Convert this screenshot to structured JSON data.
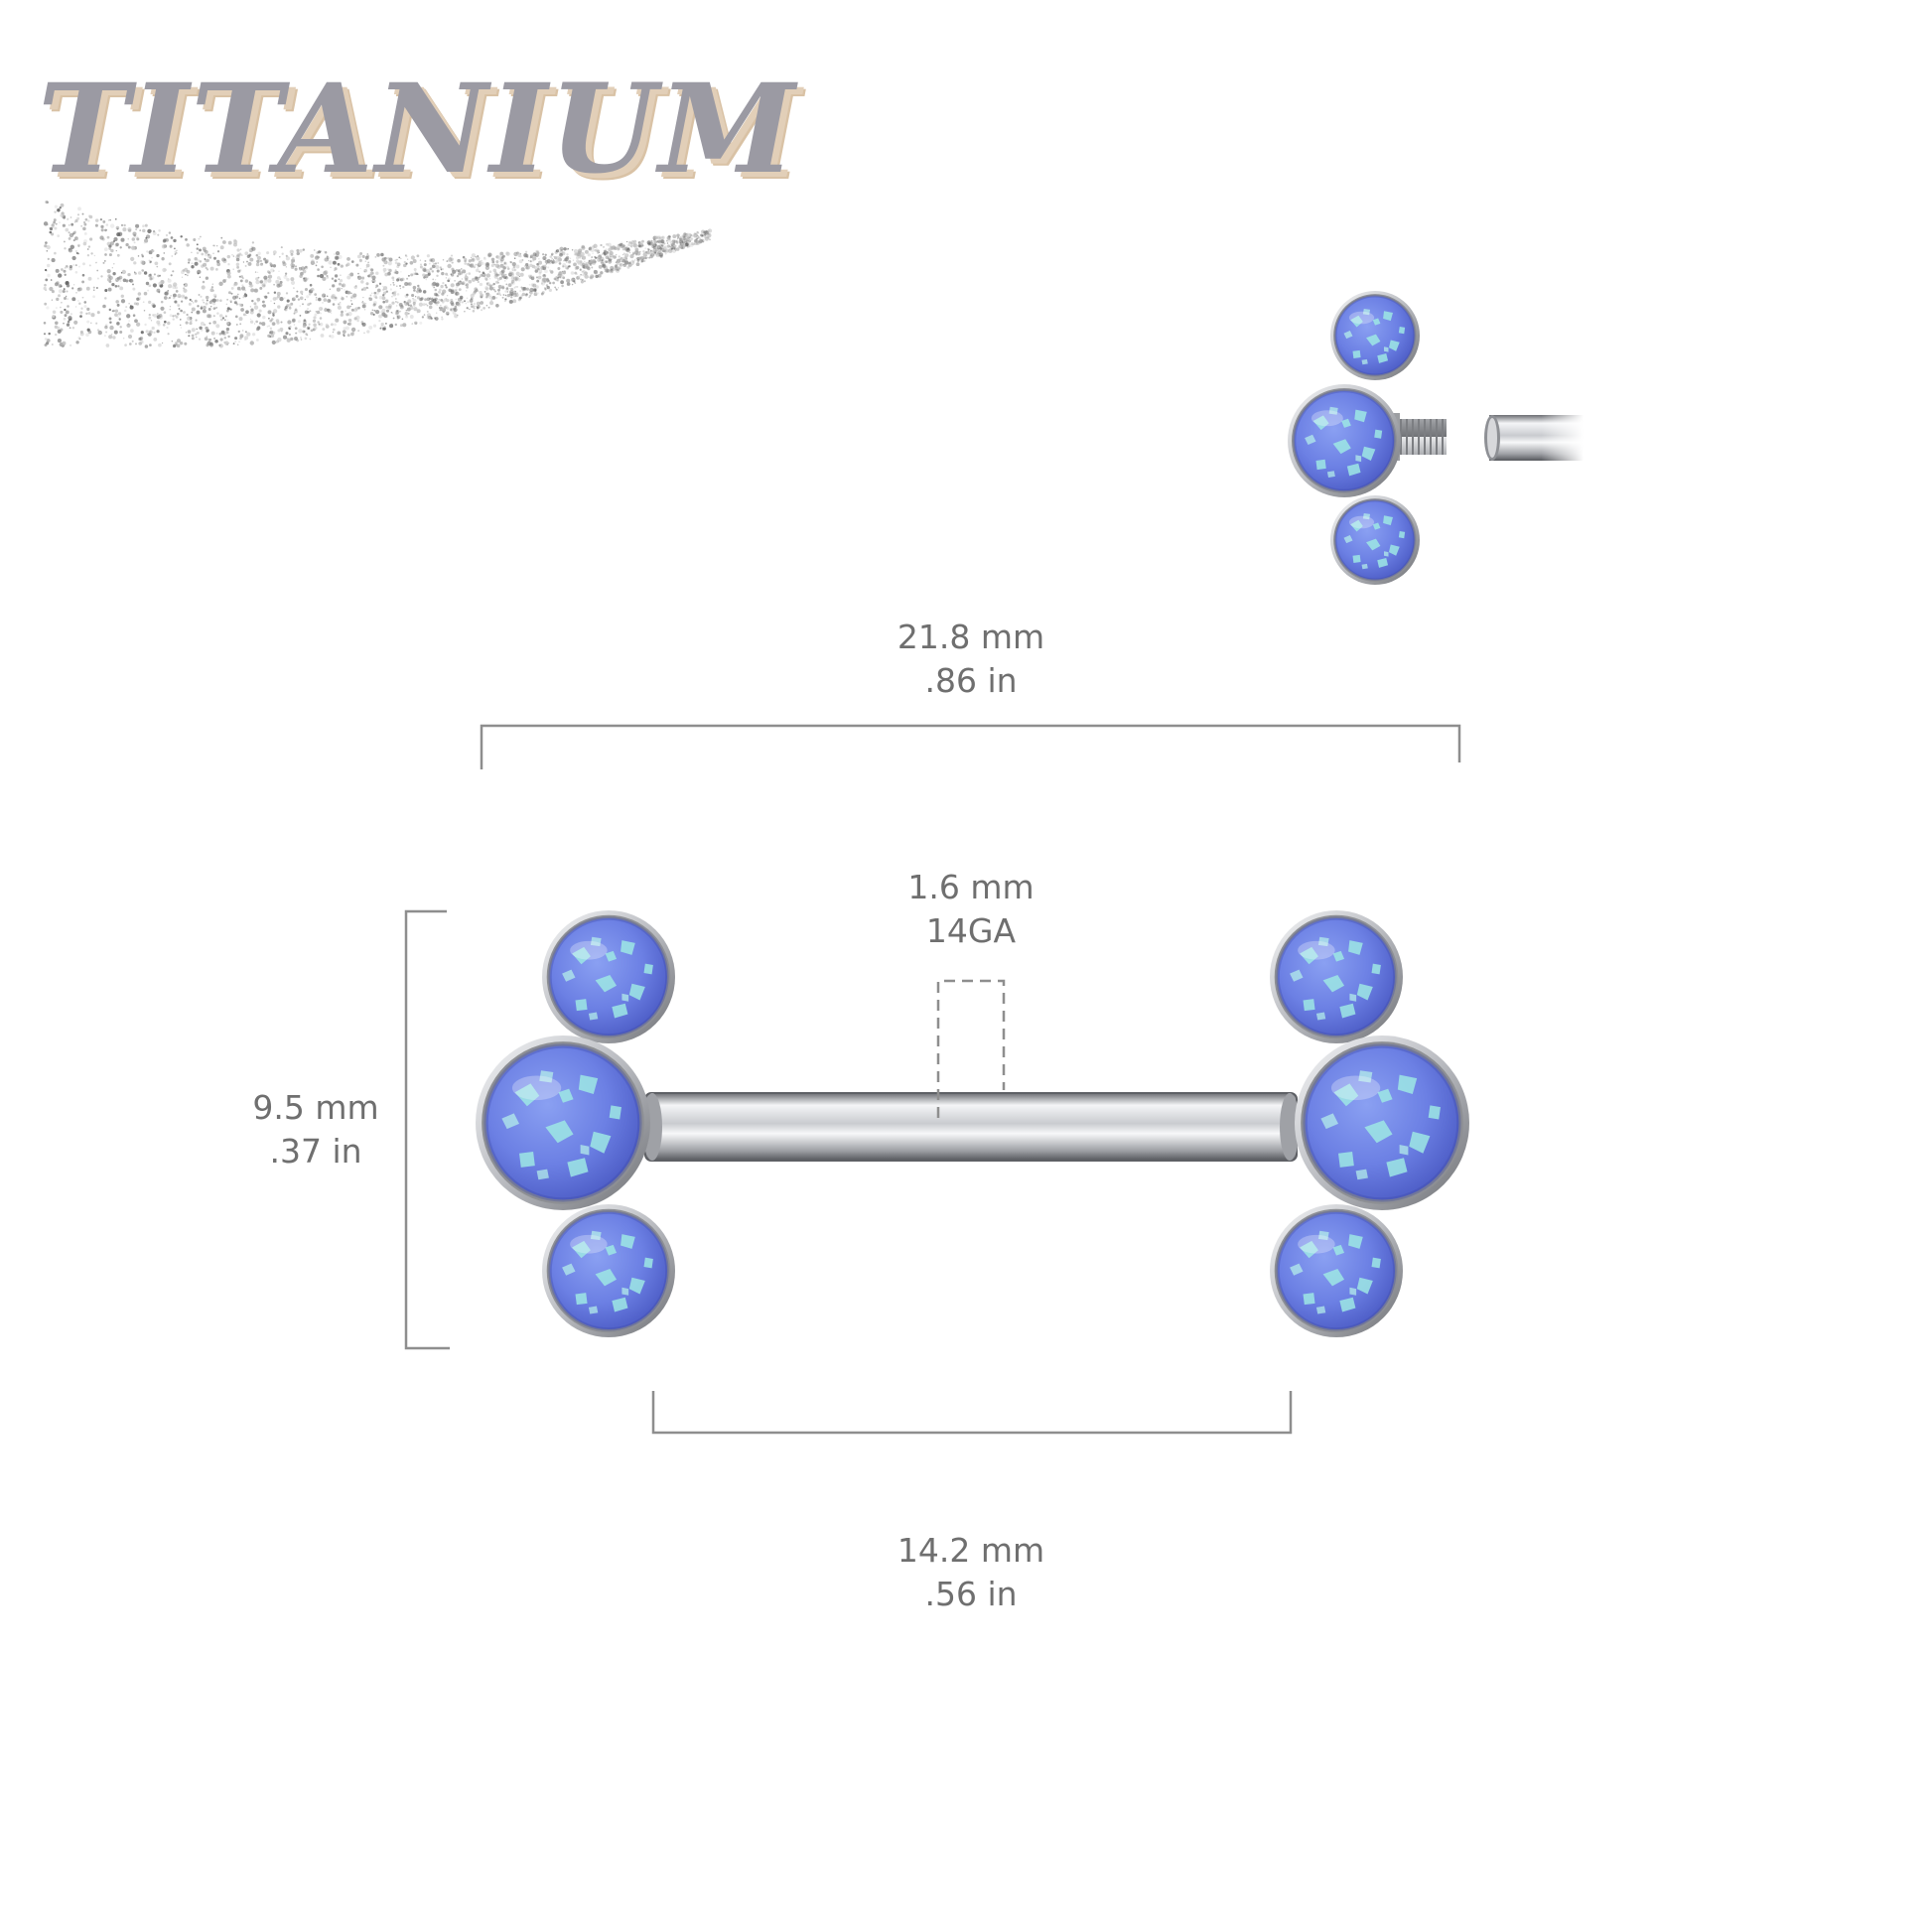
{
  "brand": {
    "title": "TITANIUM"
  },
  "dimensions": {
    "overall_length": {
      "mm": "21.8 mm",
      "in": ".86 in"
    },
    "gauge": {
      "mm": "1.6 mm",
      "ga": "14GA"
    },
    "height": {
      "mm": "9.5 mm",
      "in": ".37 in"
    },
    "bar_length": {
      "mm": "14.2 mm",
      "in": ".56 in"
    }
  },
  "colors": {
    "metal": "#bfc1c5",
    "opal": "#6f86e8",
    "opal_fleck": "#9ee7e4",
    "dimension_line": "#8e8e8e",
    "text": "#6f6f6f"
  }
}
